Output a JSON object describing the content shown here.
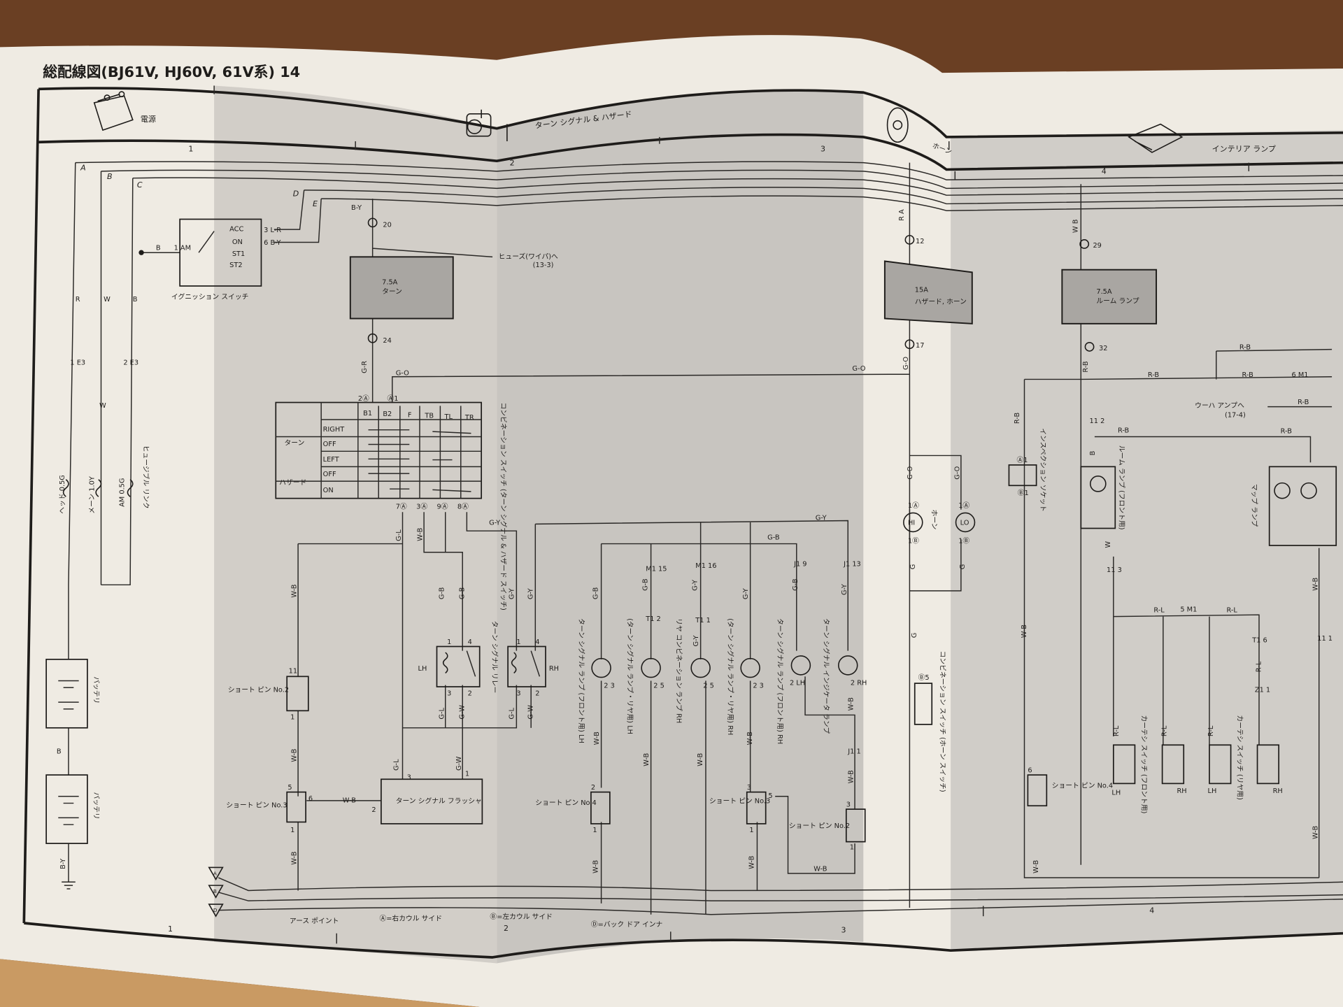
{
  "document": {
    "title": "総配線図(BJ61V, HJ60V, 61V系)  14",
    "sections": [
      "電源",
      "ターン シグナル & ハザード",
      "ホーン",
      "インテリア ランプ"
    ],
    "columns_top": [
      "1",
      "2",
      "3",
      "4"
    ],
    "columns_bottom": [
      "1",
      "2",
      "3",
      "4"
    ],
    "bus_letters": [
      "A",
      "B",
      "C",
      "D",
      "E"
    ]
  },
  "power": {
    "wire_colors": [
      "R",
      "W",
      "B",
      "W"
    ],
    "connectors": [
      "1 E3",
      "2 E3"
    ],
    "fusible_links": [
      "ヘッド 0.5G",
      "メーン 1.0Y",
      "AM 0.5G"
    ],
    "fusible_link_label": "ヒュージブル リンク",
    "battery_labels": [
      "バッテリ",
      "バッテリ"
    ],
    "battery_wires": [
      "B",
      "B-Y"
    ]
  },
  "ignition": {
    "positions": [
      "ACC",
      "ON",
      "ST1",
      "ST2"
    ],
    "terminal_am": "1 AM",
    "input_wire": "B",
    "outputs": [
      "3  L-R",
      "6  B-Y"
    ],
    "label": "イグニッション スイッチ"
  },
  "turn_fuse": {
    "wire_in": "B-Y",
    "pin_in": "20",
    "wiper_note": "ヒューズ(ワイパ)へ",
    "wiper_ref": "(13-3)",
    "rating": "7.5A",
    "name": "ターン",
    "pin_out": "24",
    "wire_out": "G-R",
    "go_labels": [
      "G-O",
      "G-O"
    ]
  },
  "combo_switch": {
    "top_pins": [
      "2Ⓐ",
      "Ⓐ1"
    ],
    "columns": [
      "B1",
      "B2",
      "F",
      "TB",
      "TL",
      "TR"
    ],
    "groups": [
      "ターン",
      "ハザード"
    ],
    "rows": [
      "RIGHT",
      "OFF",
      "LEFT",
      "OFF",
      "ON"
    ],
    "bottom_pins": [
      "7Ⓐ",
      "3Ⓐ",
      "9Ⓐ",
      "8Ⓐ"
    ],
    "label": "コンビネーション スイッチ (ターン シグナル & ハザード スイッチ)"
  },
  "turn_circuit": {
    "wires": [
      "G-L",
      "W-B",
      "G-Y",
      "G-Y",
      "G-B",
      "W-B",
      "G-B",
      "G-B",
      "G-Y",
      "G-Y",
      "G-L",
      "G-W",
      "G-L",
      "G-W",
      "G-B",
      "G-B",
      "G-Y",
      "G-Y",
      "G-Y",
      "G-B",
      "G-Y",
      "W-B",
      "W-B",
      "W-B",
      "W-B",
      "G-L",
      "G-W",
      "W-B",
      "W-B",
      "W-B",
      "W-B",
      "W-B",
      "W-B",
      "W-B",
      "W-B"
    ],
    "relay": {
      "lh": "LH",
      "rh": "RH",
      "label": "ターン シグナル リレー",
      "pins": [
        "1",
        "4",
        "3",
        "2",
        "1",
        "4",
        "3",
        "2"
      ]
    },
    "flasher": {
      "label": "ターン シグナル フラッシャ",
      "pins": [
        "3",
        "1",
        "2"
      ]
    },
    "short_pins": [
      "ショート ピン No.2",
      "ショート ピン No.3",
      "ショート ピン No.4",
      "ショート ピン No.3",
      "ショート ピン No.2"
    ],
    "short_pin_numbers": [
      "11",
      "1",
      "5",
      "6",
      "1",
      "2",
      "1",
      "3",
      "5",
      "1",
      "3",
      "1"
    ],
    "connectors": [
      "M1 15",
      "M1 16",
      "T1 2",
      "T1 1",
      "J1 9",
      "J1 13",
      "J1 1"
    ],
    "lamps": [
      {
        "label": "ターン シグナル ランプ (フロント用) LH",
        "pins": "2 3"
      },
      {
        "label": "(ターン シグナル ランプ・リヤ用) LH",
        "pins": "2 5"
      },
      {
        "label": "リヤ コンビネーション ランプ RH",
        "pins": "2 5"
      },
      {
        "label": "(ターン シグナル ランプ・リヤ用) RH",
        "pins": "2 3"
      },
      {
        "label": "ターン シグナル ランプ (フロント用) RH",
        "pins": "2 LH"
      },
      {
        "label": "ターン シグナル インジケータ ランプ",
        "pins": "2 RH"
      }
    ]
  },
  "horn": {
    "wire_top": "R  A",
    "pin_in": "12",
    "fuse_rating": "15A",
    "fuse_name": "ハザード, ホーン",
    "pin_out": "17",
    "wires": [
      "G-O",
      "G-O",
      "G-O",
      "G",
      "G",
      "G"
    ],
    "hi": "HI",
    "lo": "LO",
    "pins": [
      "1Ⓐ",
      "1Ⓑ",
      "1Ⓐ",
      "1Ⓑ",
      "Ⓑ5"
    ],
    "label": "ホーン",
    "switch_label": "コンビネーション スイッチ (ホーン スイッチ)"
  },
  "interior": {
    "wire_top": "W  B",
    "pin_in": "29",
    "fuse_rating": "7.5A",
    "fuse_name": "ルーム ランプ",
    "pin_out": "32",
    "wires": [
      "R-B",
      "R-B",
      "R-B",
      "R-B",
      "R-B",
      "R-B",
      "R-B",
      "R-B",
      "R-L",
      "R-L",
      "W-B",
      "W-B",
      "W-B",
      "W-B",
      "R-L",
      "R-L",
      "R-L",
      "R-L",
      "B",
      "W"
    ],
    "connectors": [
      "6 M1",
      "11 2",
      "11 3",
      "5 M1",
      "T1 6",
      "Z1 1",
      "11 1",
      "Ⓐ1",
      "Ⓑ1",
      "6"
    ],
    "woofer_note": "ウーハ アンプへ",
    "woofer_ref": "(17-4)",
    "inspection_socket": "インスペクション ソケット",
    "room_lamp": "ルーム ランプ (フロント用)",
    "map_lamp": "マップ ランプ",
    "courtesy_front": "カーテシ スイッチ (フロント用)",
    "courtesy_rear": "カーテシ スイッチ (リヤ用)",
    "sides": [
      "LH",
      "RH",
      "LH",
      "RH"
    ],
    "short_pin": "ショート ピン No.4"
  },
  "ground_legend": {
    "title": "アース ポイント",
    "items": [
      "Ⓐ=右カウル サイド",
      "Ⓑ=左カウル サイド",
      "Ⓓ=バック ドア インナ"
    ],
    "markers": [
      "A",
      "B",
      "D"
    ]
  }
}
